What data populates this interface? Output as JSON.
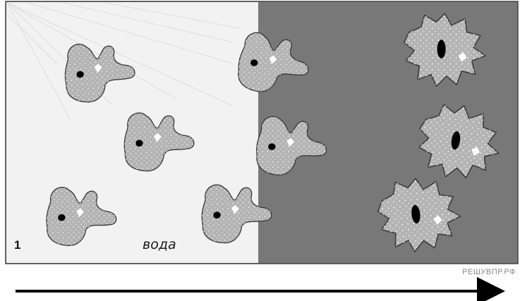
{
  "figure": {
    "number": "1",
    "medium_label": "вода",
    "watermark": "РЕШУВПР.РФ"
  },
  "colors": {
    "light_zone": "#f2f2f2",
    "dark_zone": "#787878",
    "amoeba_body": "#b4b4b4",
    "outline": "#3a3a3a",
    "nucleus": "#000000",
    "vacuole": "#ffffff",
    "arrow": "#000000",
    "light_rays": "#dddddd"
  },
  "icons": {
    "amoeba": "amoeba-cell-icon",
    "nucleus": "cell-nucleus-icon",
    "vacuole": "contractile-vacuole-icon",
    "arrow": "time-direction-arrow-icon"
  }
}
